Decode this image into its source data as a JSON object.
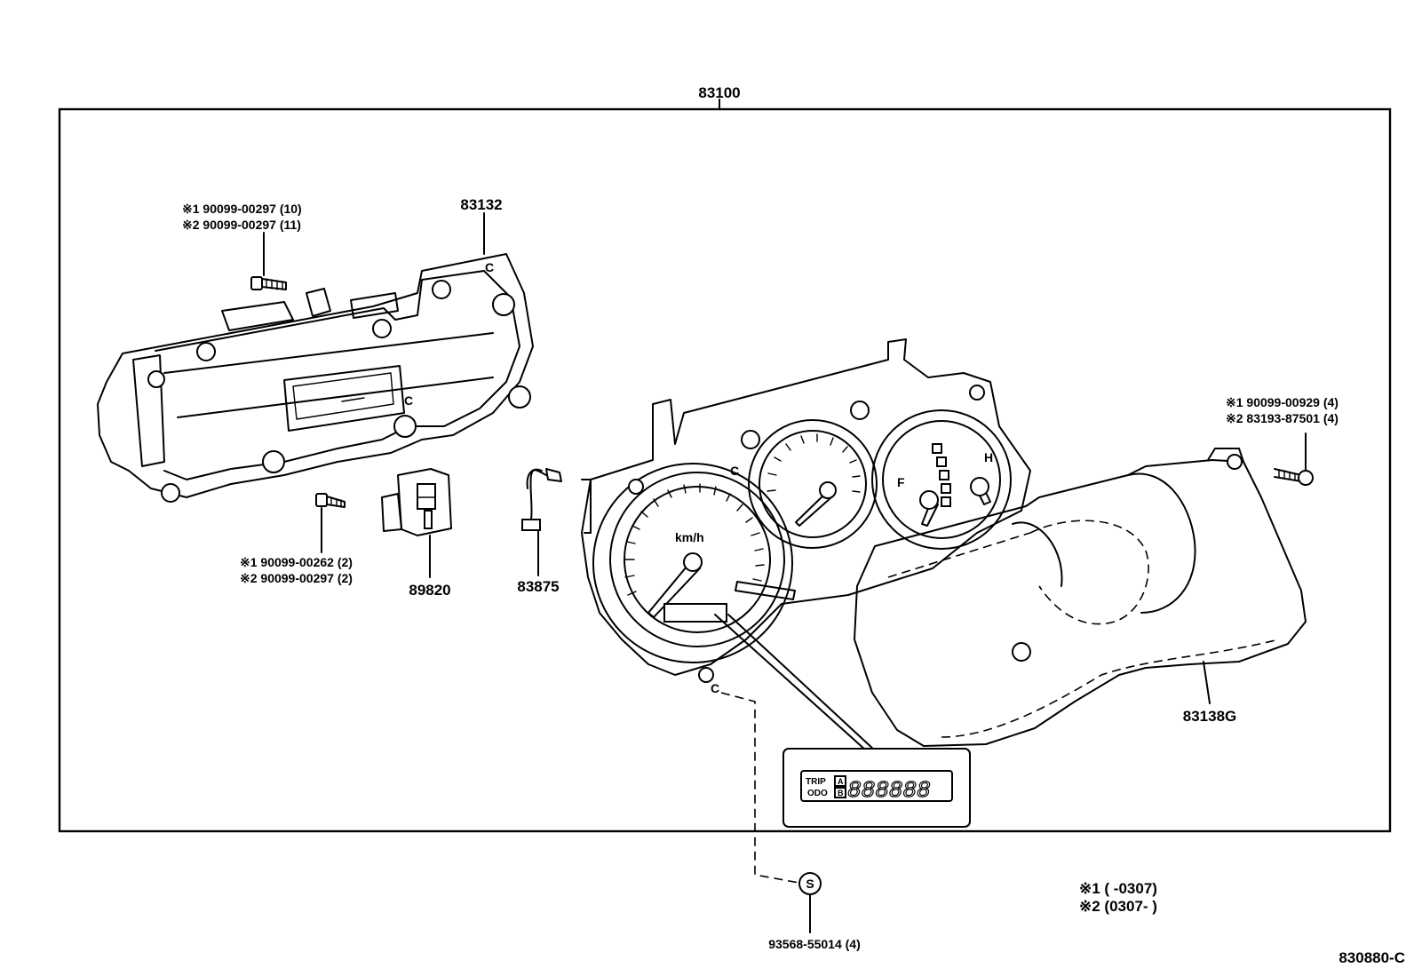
{
  "diagram": {
    "assembly_label": "83100",
    "figure_code": "830880-C",
    "parts": {
      "p83132": "83132",
      "p89820": "89820",
      "p83875": "83875",
      "p83138G": "83138G",
      "p93568": "93568-55014 (4)"
    },
    "screw_upper_left": {
      "line1": "※1  90099-00297 (10)",
      "line2": "※2  90099-00297 (11)"
    },
    "screw_lower_left": {
      "line1": "※1  90099-00262 (2)",
      "line2": "※2  90099-00297 (2)"
    },
    "screw_right": {
      "line1": "※1  90099-00929 (4)",
      "line2": "※2  83193-87501 (4)"
    },
    "legend": {
      "line1": "※1  (        -0307)",
      "line2": "※2  (0307-        )"
    },
    "display": {
      "trip": "TRIP",
      "odo": "ODO",
      "a": "A",
      "b": "B",
      "digits": "888888"
    },
    "gauge_marks": {
      "speed_unit": "km/h",
      "fuel_f": "F",
      "temp_h": "H",
      "symbol_s": "S"
    }
  }
}
